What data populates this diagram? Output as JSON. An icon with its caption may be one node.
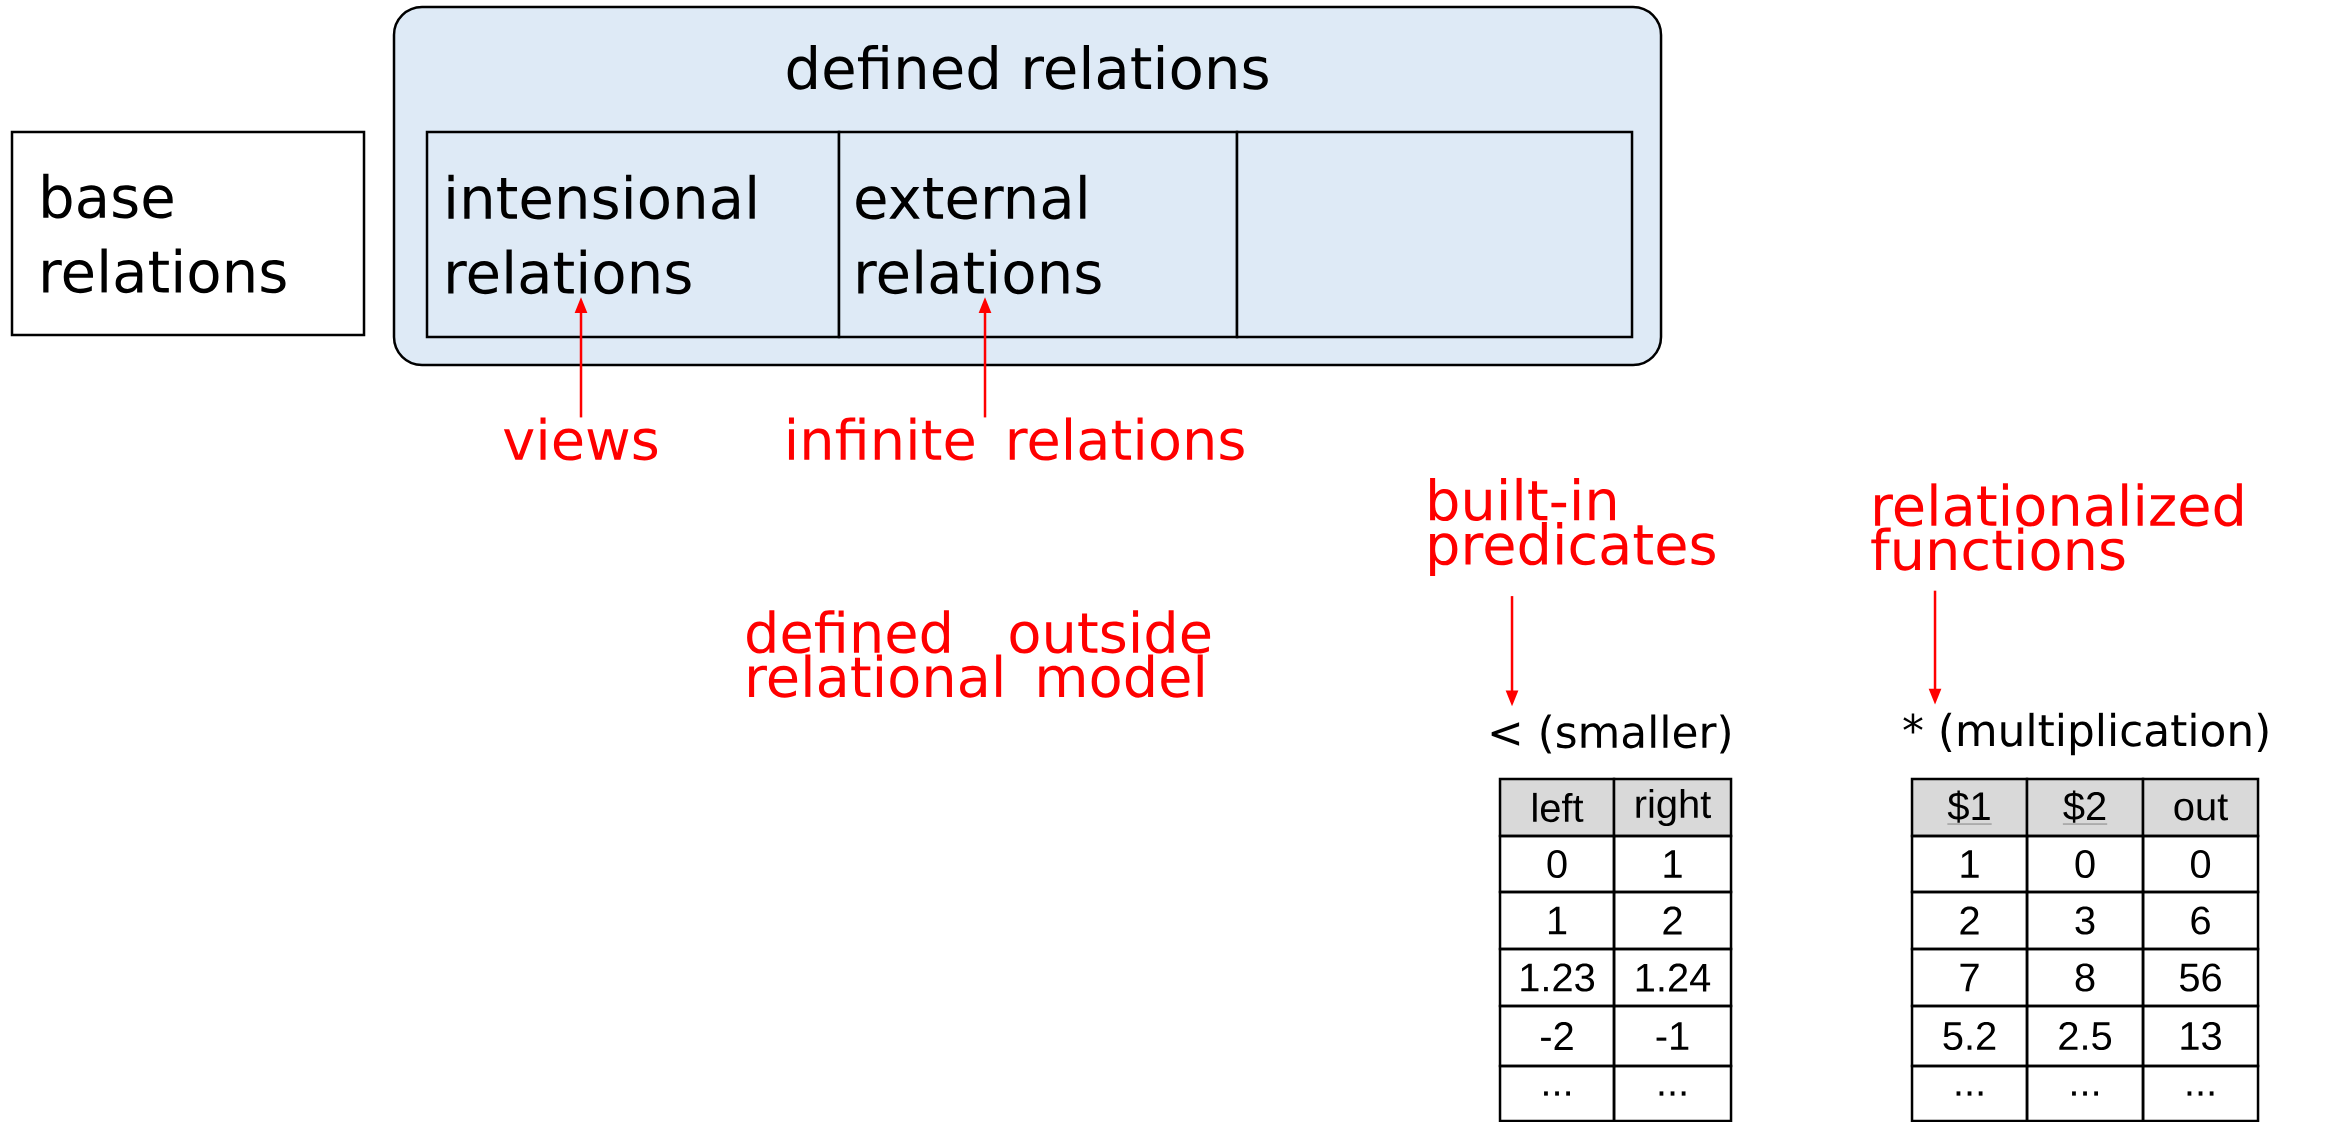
{
  "diagram": {
    "nodes": [
      {
        "text": [
          "base relations"
        ]
      },
      {
        "text": [
          "defined relations"
        ]
      },
      {
        "text": [
          "intensional relations"
        ],
        "in": 1
      },
      {
        "text": [
          "external relations"
        ],
        "in": 1
      },
      {
        "text": [],
        "shape": "box",
        "in": 1
      },
      {
        "text": [
          "views"
        ]
      },
      {
        "text": [
          "infinite relations"
        ]
      },
      {
        "text": [
          "built-in predicates"
        ]
      },
      {
        "text": [
          "relationalized functions"
        ]
      },
      {
        "text": [
          "< (smaller)"
        ]
      },
      {
        "text": [
          "* (multiplication)"
        ]
      }
    ],
    "edges": [
      {
        "from": 5,
        "to": 2,
        "arrow": "to"
      },
      {
        "from": 6,
        "to": 3,
        "arrow": "to"
      },
      {
        "from": 7,
        "to": 9,
        "arrow": "to"
      },
      {
        "from": 8,
        "to": 10,
        "arrow": "to"
      }
    ],
    "labels": [
      "defined outside relational model",
      "left",
      "right",
      "0",
      "1",
      "1",
      "2",
      "1.23",
      "1.24",
      "-2",
      "-1",
      "...",
      "...",
      "$1",
      "$2",
      "out",
      "1",
      "0",
      "0",
      "2",
      "3",
      "6",
      "7",
      "8",
      "56",
      "5.2",
      "2.5",
      "13",
      "...",
      "...",
      "..."
    ]
  }
}
